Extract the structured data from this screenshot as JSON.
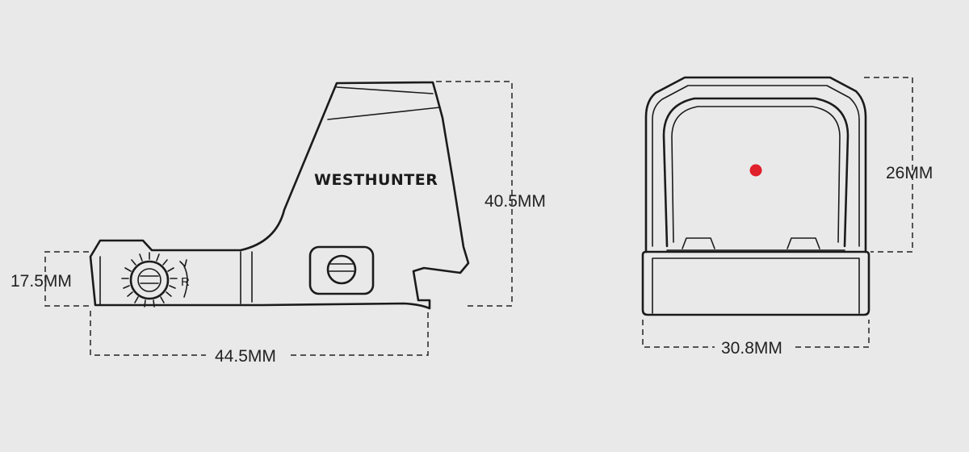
{
  "brand": {
    "logo_text": "WESTHUNTER"
  },
  "side_view": {
    "adjuster_label": "R",
    "dimensions": {
      "height_total": "40.5MM",
      "height_base": "17.5MM",
      "length": "44.5MM"
    }
  },
  "front_view": {
    "reticle_color": "#e0202a",
    "dimensions": {
      "window_height": "26MM",
      "width": "30.8MM"
    }
  },
  "colors": {
    "background": "#e9e9e9",
    "line": "#1b1b1b",
    "reticle": "#e0202a"
  }
}
